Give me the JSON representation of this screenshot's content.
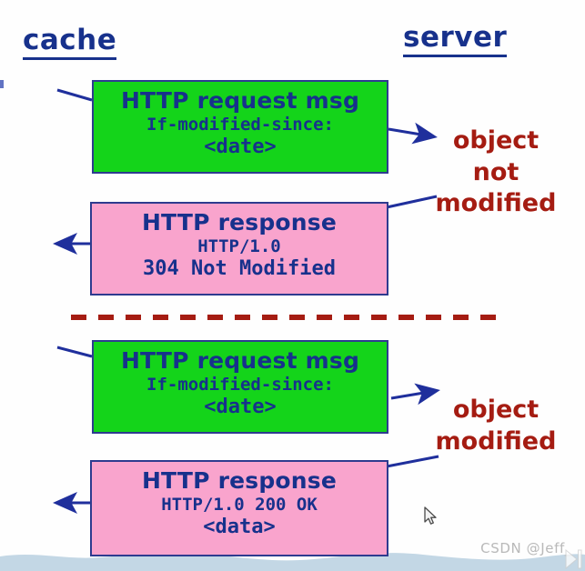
{
  "slide": {
    "background_color": "#fefefe",
    "title_color": "#17318c",
    "note_color": "#a51c12",
    "green_color": "#14d41a",
    "pink_color": "#f9a4cd",
    "border_color": "#2e3b8f"
  },
  "columns": {
    "cache_label": "cache",
    "server_label": "server"
  },
  "messages": [
    {
      "id": "request-1",
      "kind": "green",
      "title": "HTTP request msg",
      "line2": "If-modified-since:",
      "line3": "<date>"
    },
    {
      "id": "response-1",
      "kind": "pink",
      "title": "HTTP response",
      "line2": "HTTP/1.0",
      "line3": "304 Not Modified"
    },
    {
      "id": "request-2",
      "kind": "green",
      "title": "HTTP request msg",
      "line2": "If-modified-since:",
      "line3": "<date>"
    },
    {
      "id": "response-2",
      "kind": "pink",
      "title": "HTTP response",
      "line2": "HTTP/1.0 200 OK",
      "line3": "<data>"
    }
  ],
  "notes": {
    "not_modified": "object\nnot\nmodified",
    "modified": "object\nmodified"
  },
  "divider": {
    "style": "dashed",
    "color": "#a51c12"
  },
  "watermark": {
    "text": "CSDN @Jeff_"
  }
}
